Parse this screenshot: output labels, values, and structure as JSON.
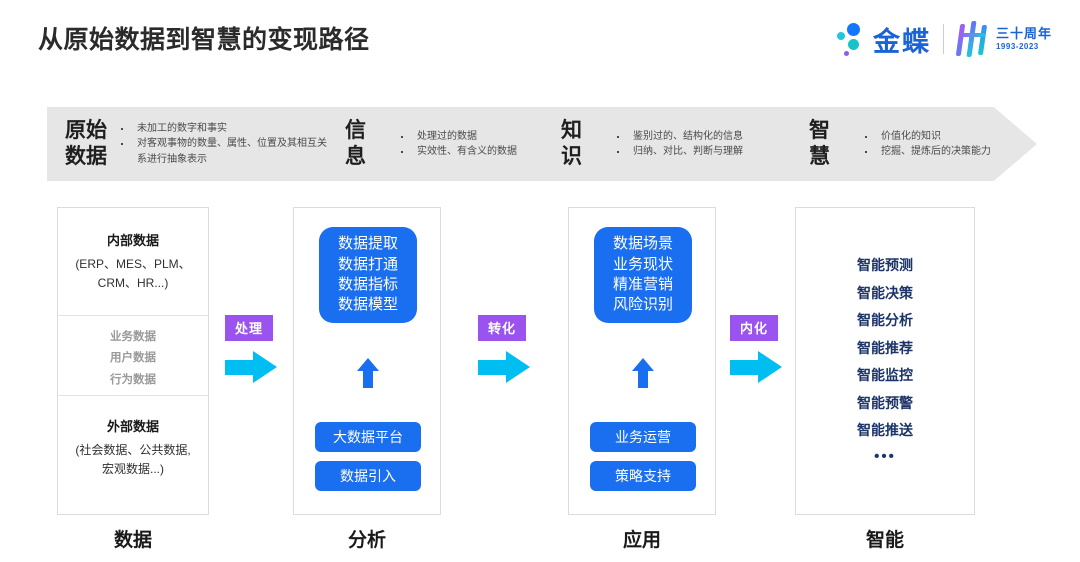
{
  "header": {
    "title": "从原始数据到智慧的变现路径",
    "logo": {
      "brand": "金蝶",
      "anniversary_cn": "三十周年",
      "anniversary_years": "1993-2023"
    },
    "colors": {
      "brand_blue": "#1a63d6",
      "accent_blue": "#1a6ef0",
      "accent_cyan": "#00bdf2",
      "accent_purple": "#9b53f0",
      "navy": "#1c3468",
      "banner_gray": "#e6e6e6"
    }
  },
  "banner": {
    "segments": [
      {
        "title": "原始\n数据",
        "bullets": [
          "未加工的数字和事实",
          "对客观事物的数量、属性、位置及其相互关系进行抽象表示"
        ]
      },
      {
        "title": "信\n息",
        "bullets": [
          "处理过的数据",
          "实效性、有含义的数据"
        ]
      },
      {
        "title": "知\n识",
        "bullets": [
          "鉴别过的、结构化的信息",
          "归纳、对比、判断与理解"
        ]
      },
      {
        "title": "智\n慧",
        "bullets": [
          "价值化的知识",
          "挖掘、提炼后的决策能力"
        ]
      }
    ]
  },
  "columns": [
    {
      "label": "数据",
      "internal_head": "内部数据",
      "internal_sub": "(ERP、MES、PLM、\nCRM、HR...)",
      "middle_items": [
        "业务数据",
        "用户数据",
        "行为数据"
      ],
      "external_head": "外部数据",
      "external_sub": "(社会数据、公共数据,\n宏观数据...)"
    },
    {
      "label": "分析",
      "main_box": "数据提取\n数据打通\n数据指标\n数据模型",
      "pills": [
        "大数据平台",
        "数据引入"
      ]
    },
    {
      "label": "应用",
      "main_box": "数据场景\n业务现状\n精准营销\n风险识别",
      "pills": [
        "业务运营",
        "策略支持"
      ]
    },
    {
      "label": "智能",
      "items": [
        "智能预测",
        "智能决策",
        "智能分析",
        "智能推荐",
        "智能监控",
        "智能预警",
        "智能推送"
      ],
      "ellipsis": "•••"
    }
  ],
  "transitions": [
    {
      "badge": "处理"
    },
    {
      "badge": "转化"
    },
    {
      "badge": "内化"
    }
  ]
}
